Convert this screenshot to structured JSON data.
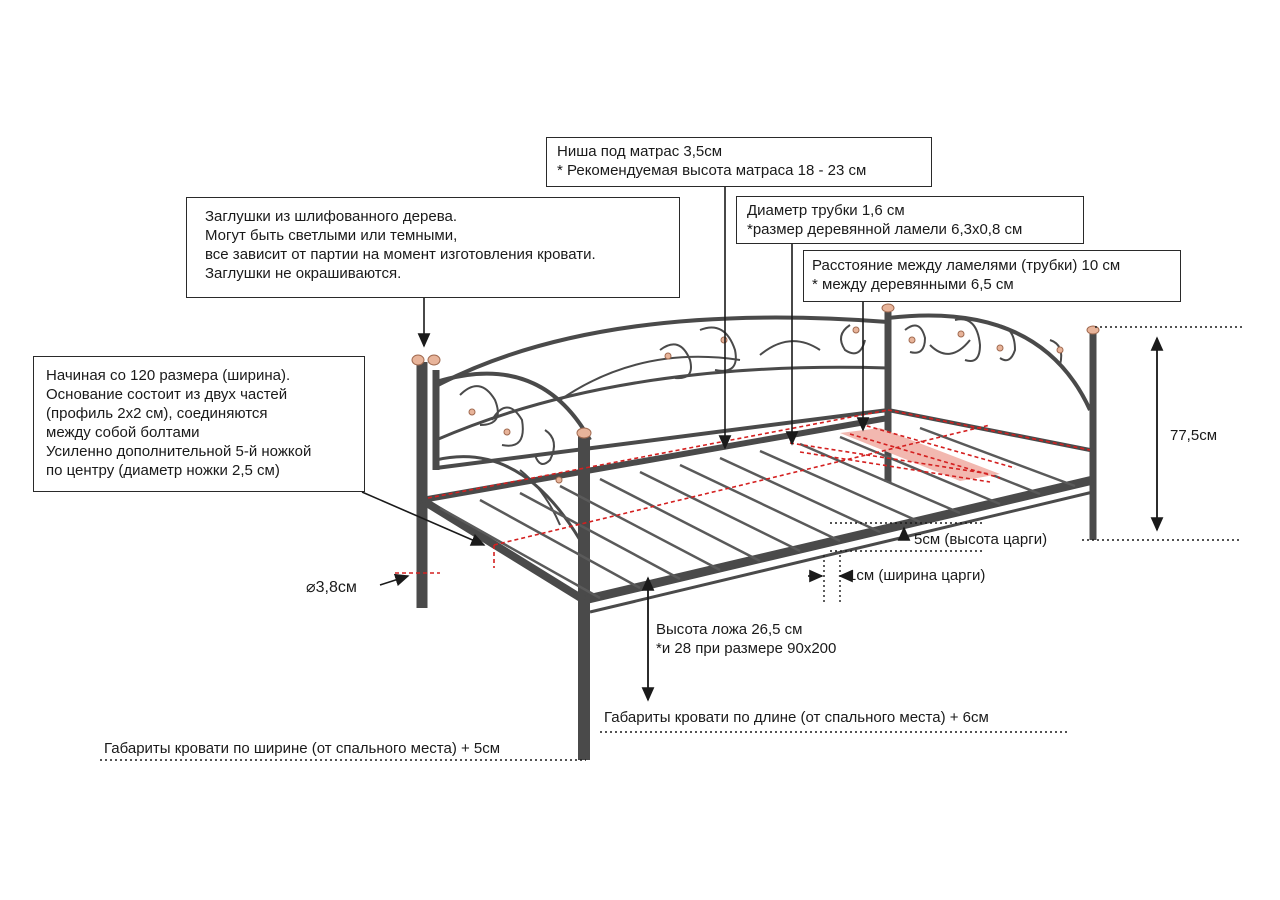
{
  "callouts": {
    "niche": {
      "line1": "Ниша под матрас 3,5см",
      "line2": "* Рекомендуемая высота матраса 18 - 23 см"
    },
    "plugs": {
      "line1": "Заглушки из шлифованного дерева.",
      "line2": "Могут быть светлыми или темными,",
      "line3": "все зависит от партии на момент изготовления кровати.",
      "line4": "Заглушки не окрашиваются."
    },
    "tube": {
      "line1": "Диаметр трубки 1,6 см",
      "line2": "*размер деревянной ламели 6,3х0,8 см"
    },
    "spacing": {
      "line1": "Расстояние между ламелями (трубки) 10 см",
      "line2": "* между деревянными 6,5 см"
    },
    "base": {
      "line1": "Начиная со 120 размера (ширина).",
      "line2": "Основание состоит из двух частей",
      "line3": "(профиль 2х2 см), соединяются",
      "line4": "между собой болтами",
      "line5": "Усиленно дополнительной 5-й ножкой",
      "line6": "по центру (диаметр ножки 2,5 см)"
    }
  },
  "labels": {
    "leg_diameter": "⌀3,8см",
    "total_height": "77,5см",
    "rail_height": "5см (высота царги)",
    "rail_width": "1см (ширина царги)",
    "bed_height_1": "Высота ложа 26,5 см",
    "bed_height_2": "*и 28 при размере 90х200",
    "length_dims": "Габариты кровати по длине (от спального места) + 6см",
    "width_dims": "Габариты кровати по ширине (от спального места) + 5см"
  },
  "colors": {
    "frame": "#4a4a4a",
    "wood": "#e8b49a",
    "dashed_red": "#d42020",
    "slat_highlight": "#f2b8b0"
  }
}
